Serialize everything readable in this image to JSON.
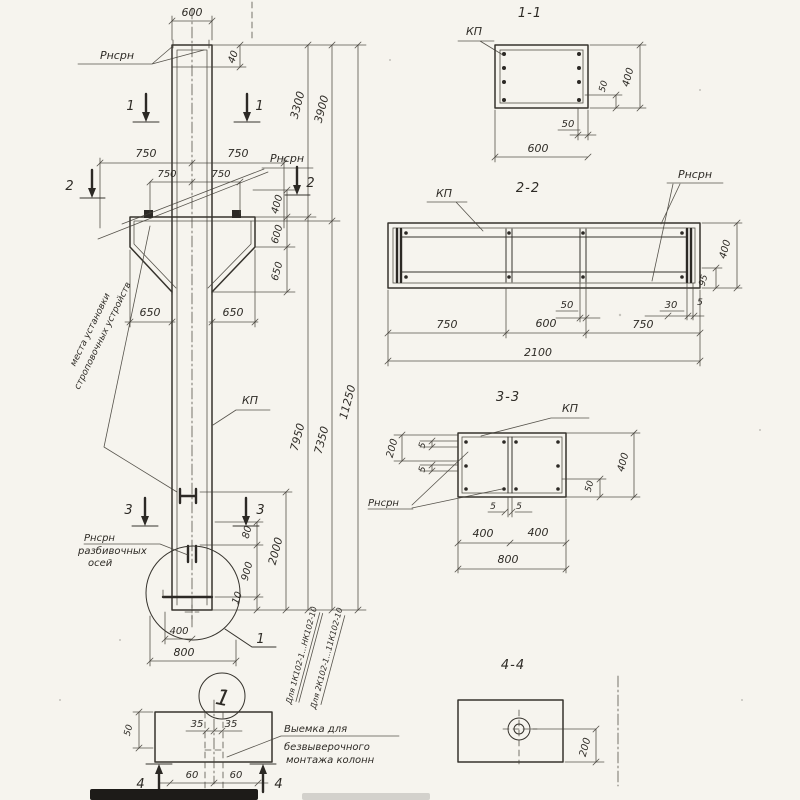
{
  "colors": {
    "paper": "#f6f4ee",
    "ink": "#36332d"
  },
  "main_view": {
    "dim_top_width": "600",
    "label_riski": "Рнсрн",
    "dim_40": "40",
    "dim_3300": "3300",
    "dim_3900": "3900",
    "dim_11250": "11250",
    "dim_7950": "7950",
    "dim_7350": "7350",
    "dim_750": "750",
    "dim_650": "650",
    "dim_400": "400",
    "dim_600": "600",
    "marker_1": "1",
    "marker_2": "2",
    "marker_3": "3",
    "strop_label_line1": "места установки",
    "strop_label_line2": "строповочных устройств",
    "label_kp": "КП",
    "axis_label_line1": "Рнсрн",
    "axis_label_line2": "разбивочных",
    "axis_label_line3": "осей",
    "dim_80": "80",
    "dim_900": "900",
    "dim_10": "10",
    "dim_2000": "2000",
    "dim_400_bottom": "400",
    "dim_800_bottom": "800",
    "detail_ref": "1",
    "series_note_1": "Для 1К102-1...НК102-10",
    "series_note_2": "Для 2К102-1...11К102-10"
  },
  "section_1_1": {
    "title": "1-1",
    "label_kp": "КП",
    "dim_width": "600",
    "dim_height": "400",
    "dim_cover_v": "50",
    "dim_cover_h": "50"
  },
  "section_2_2": {
    "title": "2-2",
    "label_kp": "КП",
    "label_riski": "Рнсрн",
    "dim_height": "400",
    "dim_95": "95",
    "dim_50": "50",
    "dim_30": "30",
    "dim_5": "5",
    "dim_750": "750",
    "dim_600": "600",
    "dim_total": "2100"
  },
  "section_3_3": {
    "title": "3-3",
    "label_kp": "КП",
    "label_riski": "Рнсрн",
    "dim_200": "200",
    "dim_5": "5",
    "dim_50": "50",
    "dim_height": "400",
    "dim_400": "400",
    "dim_total": "800"
  },
  "section_4_4": {
    "title": "4-4",
    "dim_200": "200"
  },
  "detail_1": {
    "number": "1",
    "dim_35": "35",
    "dim_50": "50",
    "dim_60": "60",
    "marker_4": "4",
    "note_line1": "Выемка для",
    "note_line2": "безвыверочного",
    "note_line3": "монтажа колонн"
  }
}
